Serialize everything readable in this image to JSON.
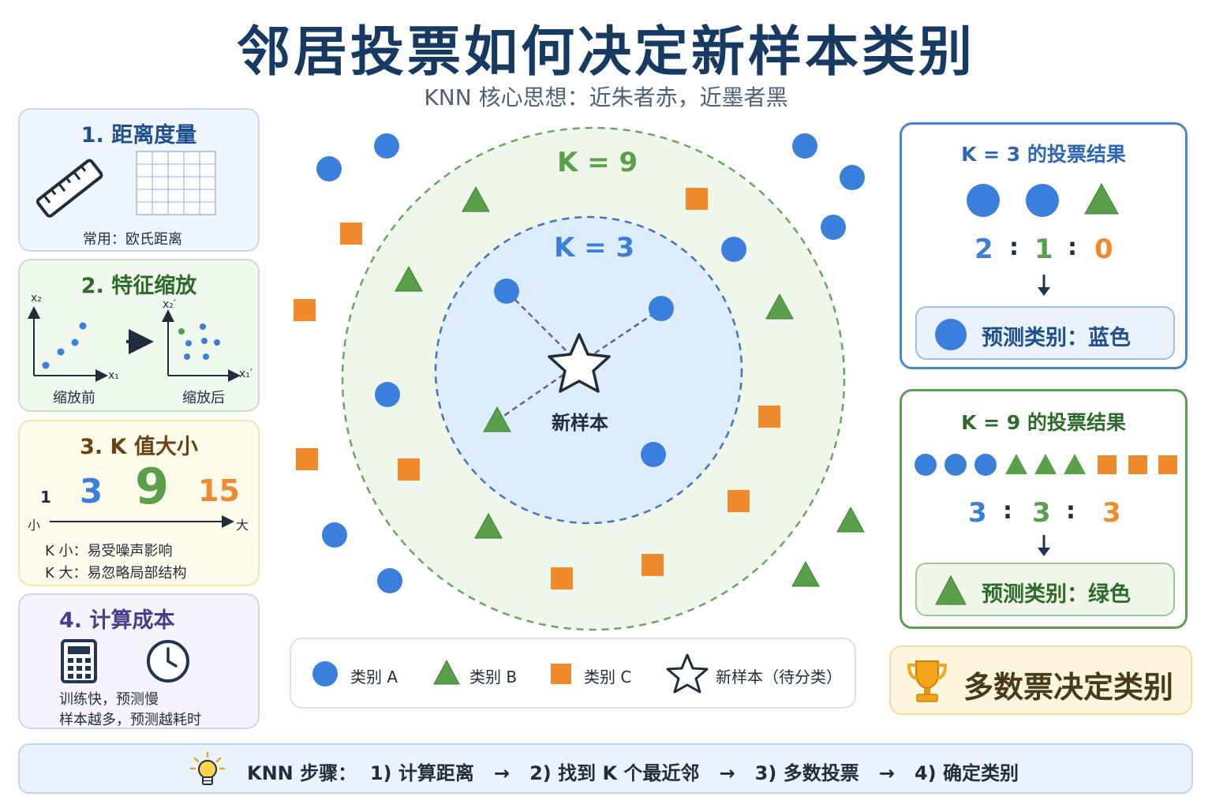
{
  "title": "邻居投票如何决定新样本类别",
  "subtitle": "KNN 核心思想：近朱者赤，近墨者黑",
  "colors": {
    "class_a": "#3a7fdc",
    "class_b": "#5aa04b",
    "class_c": "#ef8b2c",
    "title": "#173a63",
    "k3_circle": "#3d74c4",
    "k9_circle": "#68a85a"
  },
  "panels": {
    "distance": {
      "title": "1. 距离度量",
      "note": "常用：欧氏距离",
      "icons": [
        "ruler-icon",
        "grid-icon"
      ]
    },
    "scaling": {
      "title": "2. 特征缩放",
      "before_label": "缩放前",
      "after_label": "缩放后",
      "before_x": "x₁",
      "before_y": "x₂",
      "after_x": "x₁′",
      "after_y": "x₂′"
    },
    "k_size": {
      "title": "3.  K 值大小",
      "values": [
        "1",
        "3",
        "9",
        "15"
      ],
      "small": "小",
      "large": "大",
      "note1": "K 小：易受噪声影响",
      "note2": "K 大：易忽略局部结构"
    },
    "cost": {
      "title": "4. 计算成本",
      "note1": "训练快，预测慢",
      "note2": "样本越多，预测越耗时",
      "icons": [
        "calculator-icon",
        "clock-icon"
      ]
    }
  },
  "center": {
    "k9_label": "K = 9",
    "k3_label": "K = 3",
    "new_sample_label": "新样本"
  },
  "legend": {
    "a": "类别 A",
    "b": "类别 B",
    "c": "类别 C",
    "new": "新样本（待分类）"
  },
  "results": {
    "k3": {
      "title": "K = 3 的投票结果",
      "counts": [
        "2",
        "1",
        "0"
      ],
      "sep": ":",
      "prediction": "预测类别：蓝色"
    },
    "k9": {
      "title": "K = 9 的投票结果",
      "counts": [
        "3",
        "3",
        "3"
      ],
      "sep": ":",
      "prediction": "预测类别：绿色"
    }
  },
  "majority": "多数票决定类别",
  "steps": "KNN 步骤：  1) 计算距离   →   2) 找到 K 个最近邻   →   3) 多数投票   →   4) 确定类别"
}
